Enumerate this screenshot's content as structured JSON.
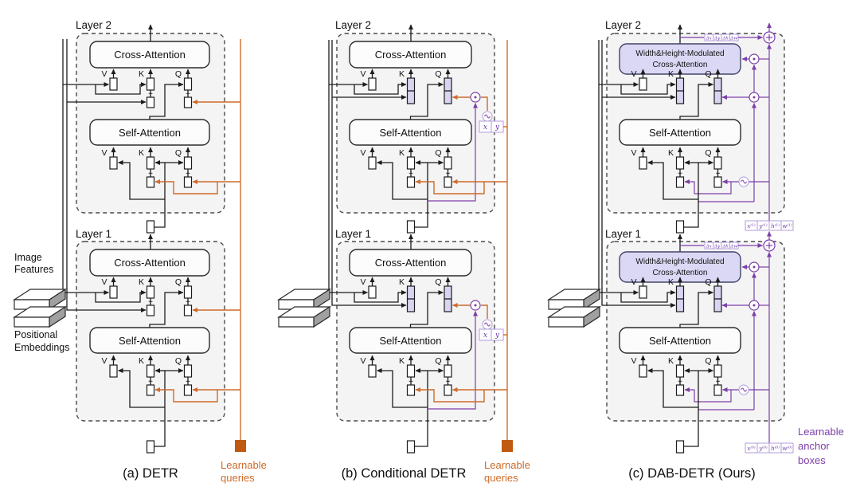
{
  "figure": {
    "captions": {
      "a": "(a) DETR",
      "b": "(b) Conditional DETR",
      "c": "(c) DAB-DETR (Ours)"
    },
    "labels": {
      "layer_2": "Layer 2",
      "layer_1": "Layer 1",
      "cross_attention": "Cross-Attention",
      "self_attention": "Self-Attention",
      "modulated_attention_line1": "Width&Height-Modulated",
      "modulated_attention_line2": "Cross-Attention",
      "v": "V",
      "k": "K",
      "q": "Q",
      "plus": "+",
      "image_features": [
        "Image",
        "Features"
      ],
      "positional_embeddings": [
        "Positional",
        "Embeddings"
      ],
      "learnable_queries": [
        "Learnable",
        "queries"
      ],
      "learnable_anchor_boxes": [
        "Learnable",
        "anchor",
        "boxes"
      ]
    },
    "math": {
      "x": "x",
      "y": "y",
      "dx": "Δx",
      "dy": "Δy",
      "dh": "Δh",
      "dw": "Δw",
      "x1": "x⁽¹⁾",
      "y1": "y⁽¹⁾",
      "h1": "h⁽¹⁾",
      "w1": "w⁽¹⁾",
      "x0": "x⁽⁰⁾",
      "y0": "y⁽⁰⁾",
      "h0": "h⁽⁰⁾",
      "w0": "w⁽⁰⁾"
    },
    "colors": {
      "line": "#1c1c1c",
      "orange": "#cf6b29",
      "orange_square": "#c05a12",
      "purple": "#7d3fa8",
      "light_purple": "#b39ddb",
      "lavender": "#d8d5f2",
      "panel_fill": "#f4f4f5"
    }
  }
}
